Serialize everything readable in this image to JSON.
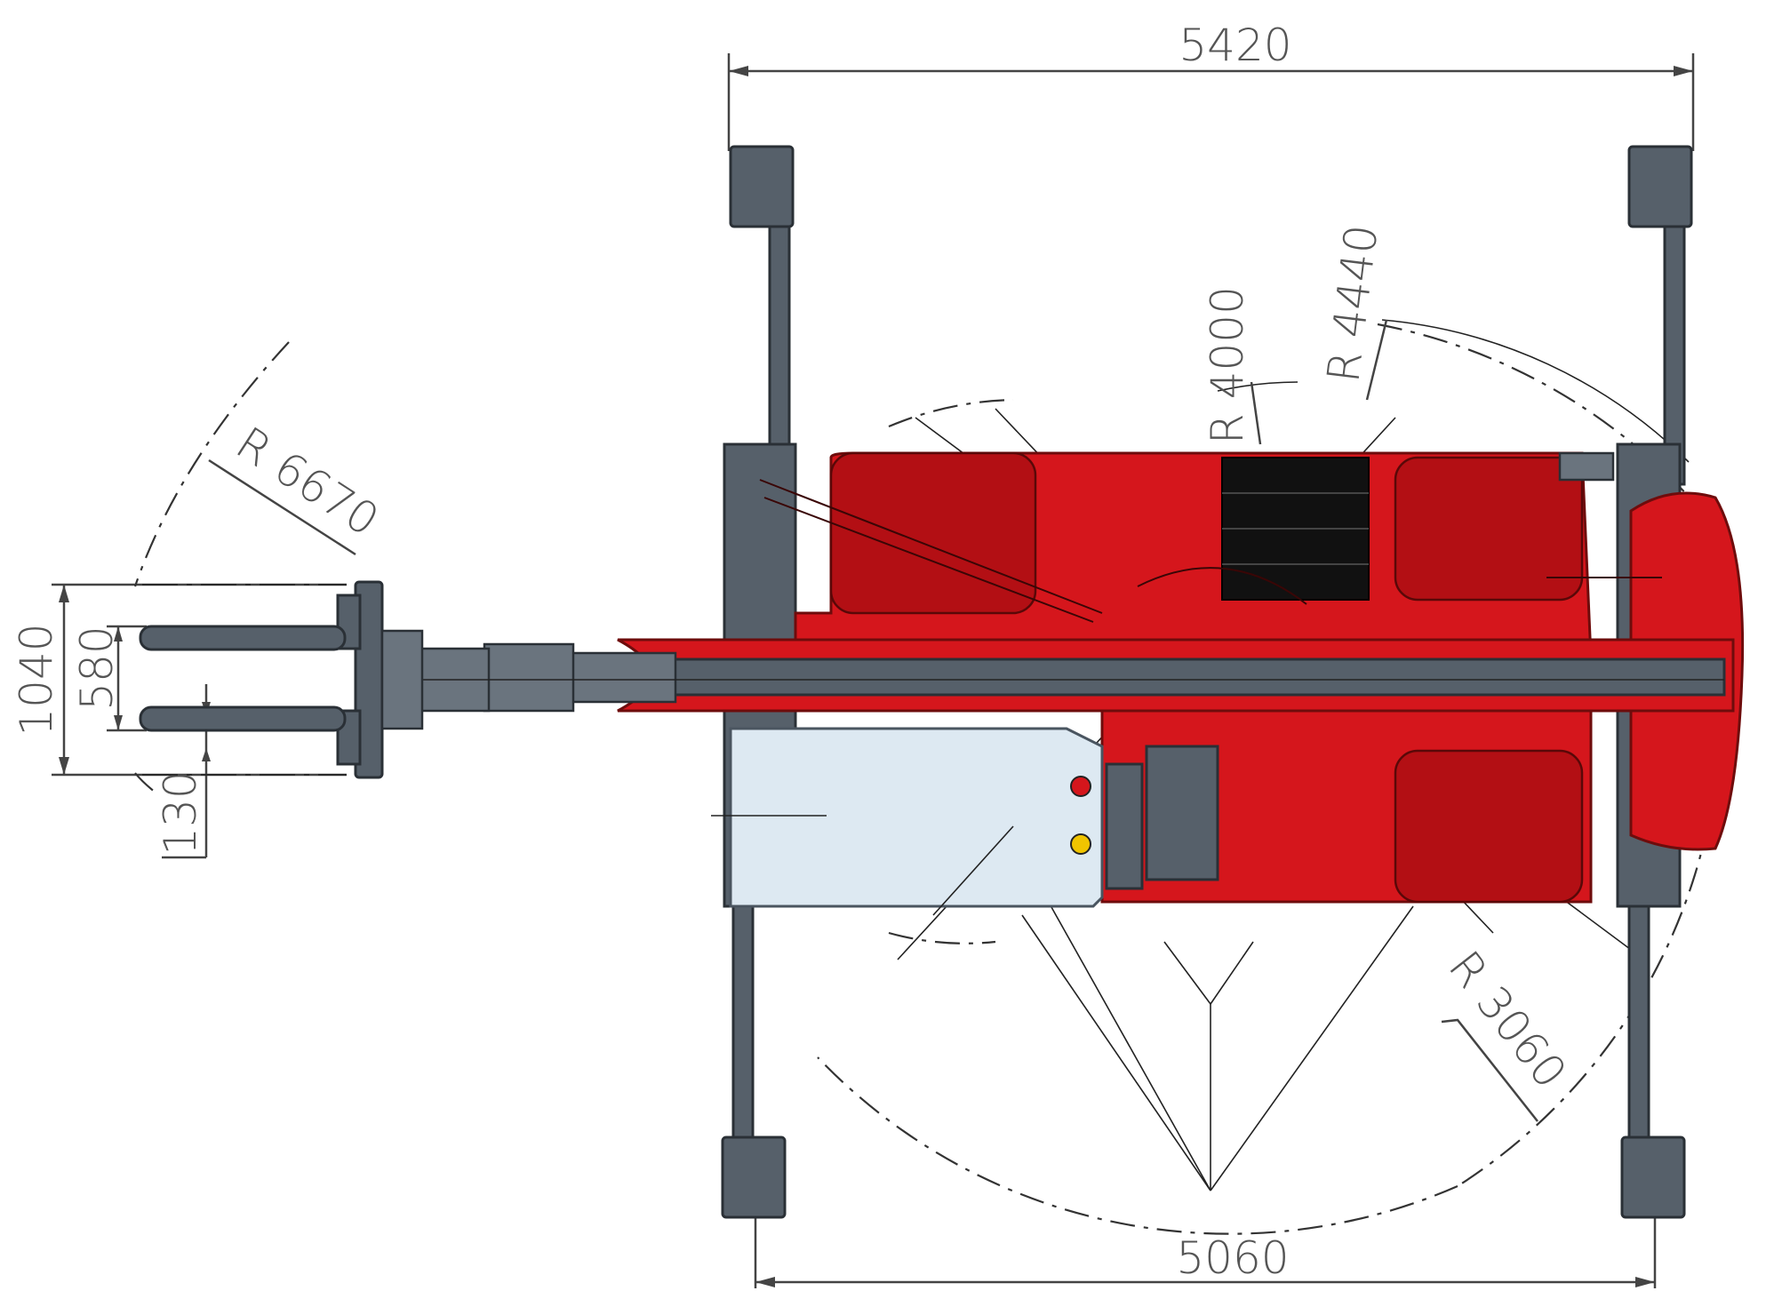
{
  "colors": {
    "chassis_red": "#d5161c",
    "steel_grey": "#56606a",
    "cab_glass": "#dde9f2",
    "dimension_line": "#444444"
  },
  "dimensions": {
    "outrigger_span_top": "5420",
    "outrigger_span_bottom": "5060",
    "fork_carriage_width": "1040",
    "fork_spread": "580",
    "fork_width": "130"
  },
  "radii": {
    "r_fork": "R 6670",
    "r_rear_inner": "R 4000",
    "r_rear_outer": "R 4440",
    "r_front": "R 3060"
  }
}
